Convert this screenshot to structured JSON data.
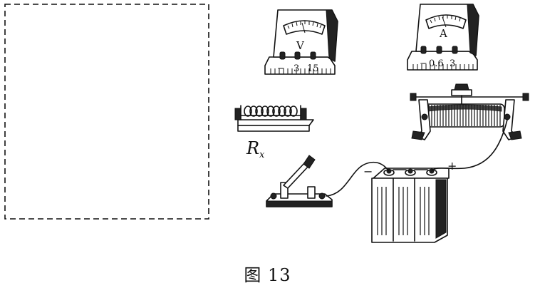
{
  "voltmeter": {
    "symbol": "V",
    "terminals": [
      "−",
      "3",
      "15"
    ]
  },
  "ammeter": {
    "symbol": "A",
    "terminals": [
      "−",
      "0.6",
      "3"
    ]
  },
  "resistor": {
    "label_main": "R",
    "label_sub": "x"
  },
  "battery": {
    "neg": "−",
    "pos": "+"
  },
  "caption": "图 13"
}
